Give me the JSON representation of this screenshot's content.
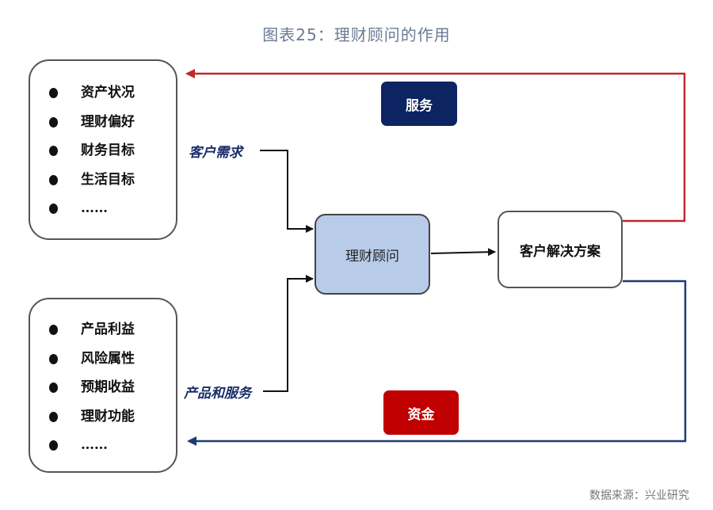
{
  "title": "图表25：理财顾问的作用",
  "client_box": {
    "items": [
      "资产状况",
      "理财偏好",
      "财务目标",
      "生活目标",
      "……"
    ]
  },
  "product_box": {
    "items": [
      "产品利益",
      "风险属性",
      "预期收益",
      "理财功能",
      "……"
    ]
  },
  "labels": {
    "client_needs": "客户需求",
    "products_services": "产品和服务"
  },
  "nodes": {
    "advisor": "理财顾问",
    "solution": "客户解决方案"
  },
  "badges": {
    "service": {
      "text": "服务",
      "color": "#0d2462"
    },
    "funds": {
      "text": "资金",
      "color": "#c00000"
    }
  },
  "colors": {
    "service_line": "#c0282d",
    "funds_line": "#1f3a73",
    "advisor_fill": "#b8cbe9"
  },
  "source": "数据来源：兴业研究"
}
